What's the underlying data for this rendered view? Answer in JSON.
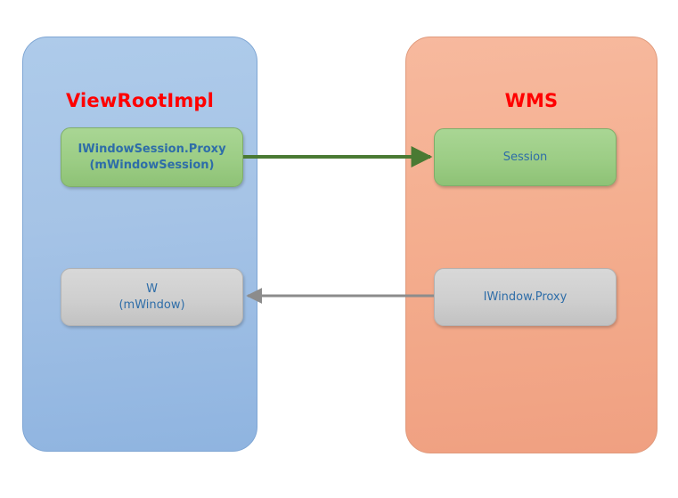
{
  "diagram": {
    "title_left": "ViewRootImpl",
    "title_right": "WMS",
    "panels": [
      {
        "id": "viewrootimpl",
        "label": "ViewRootImpl",
        "fill": "#a5c3e6",
        "title_color": "#ff0000"
      },
      {
        "id": "wms",
        "label": "WMS",
        "fill": "#f4ae8f",
        "title_color": "#ff0000"
      }
    ],
    "nodes": [
      {
        "id": "iwindowsession-proxy",
        "label": "IWindowSession.Proxy\n(mWindowSession)",
        "line1": "IWindowSession.Proxy",
        "line2": "(mWindowSession)",
        "fill": "#9ccd85",
        "text_color": "#2e6da8",
        "panel": "viewrootimpl"
      },
      {
        "id": "session",
        "label": "Session",
        "line1": "Session",
        "line2": "",
        "fill": "#9ccd85",
        "text_color": "#2e6da8",
        "panel": "wms"
      },
      {
        "id": "w-mwindow",
        "label": "W\n(mWindow)",
        "line1": "W",
        "line2": "(mWindow)",
        "fill": "#cfcfcf",
        "text_color": "#2e6da8",
        "panel": "viewrootimpl"
      },
      {
        "id": "iwindow-proxy",
        "label": "IWindow.Proxy",
        "line1": "IWindow.Proxy",
        "line2": "",
        "fill": "#cfcfcf",
        "text_color": "#2e6da8",
        "panel": "wms"
      }
    ],
    "connectors": [
      {
        "id": "session-call",
        "from": "iwindowsession-proxy",
        "to": "session",
        "direction": "right",
        "color": "#4a7a33",
        "label": ""
      },
      {
        "id": "window-callback",
        "from": "iwindow-proxy",
        "to": "w-mwindow",
        "direction": "left",
        "color": "#8c8c8c",
        "label": ""
      }
    ]
  }
}
